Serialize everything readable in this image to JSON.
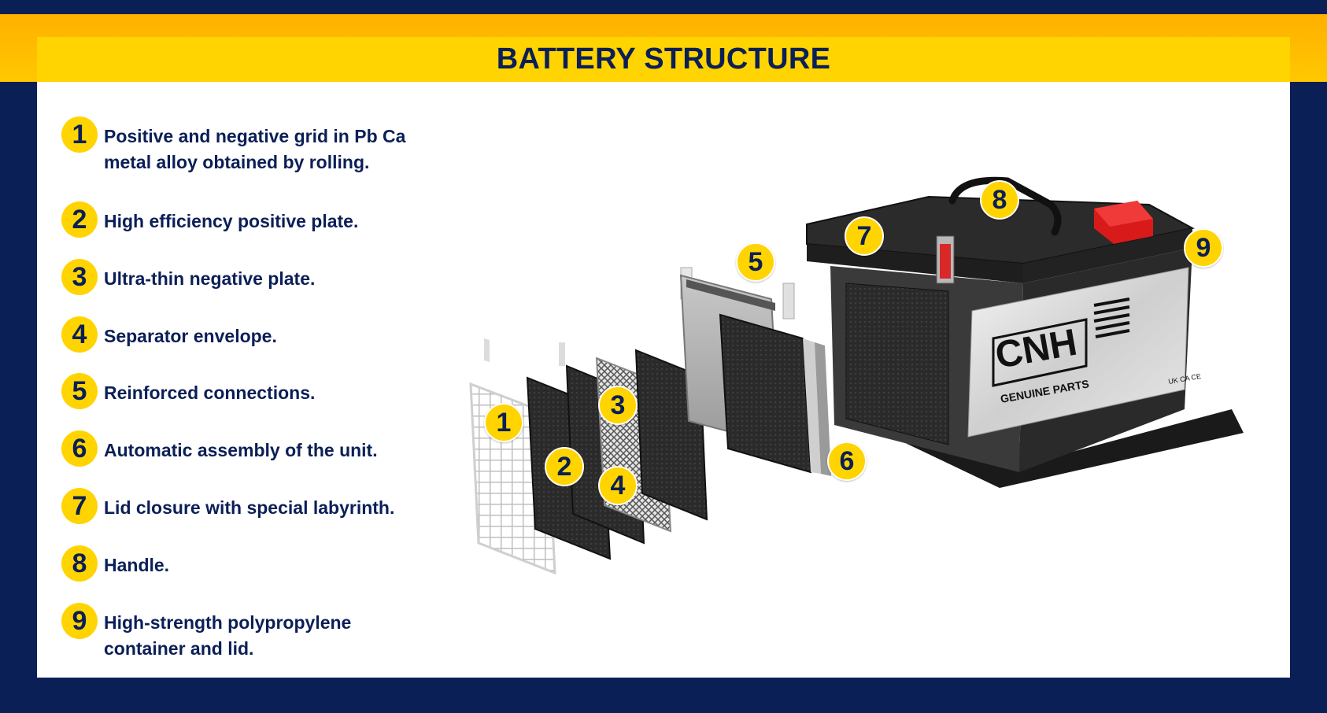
{
  "header": {
    "title": "BATTERY STRUCTURE"
  },
  "items": [
    {
      "number": "1",
      "text": "Positive and negative grid in Pb Ca metal alloy obtained by rolling."
    },
    {
      "number": "2",
      "text": "High efficiency positive plate."
    },
    {
      "number": "3",
      "text": "Ultra-thin negative plate."
    },
    {
      "number": "4",
      "text": "Separator envelope."
    },
    {
      "number": "5",
      "text": "Reinforced connections."
    },
    {
      "number": "6",
      "text": "Automatic assembly of the unit."
    },
    {
      "number": "7",
      "text": "Lid closure with special labyrinth."
    },
    {
      "number": "8",
      "text": "Handle."
    },
    {
      "number": "9",
      "text": "High-strength polypropylene container and lid."
    }
  ],
  "diagram": {
    "logo_text": "CNH",
    "logo_subtext": "GENUINE PARTS",
    "marks": "UK CA CE",
    "callouts": [
      "1",
      "2",
      "3",
      "4",
      "5",
      "6",
      "7",
      "8",
      "9"
    ]
  },
  "colors": {
    "navy": "#0b1f57",
    "yellow": "#ffd400",
    "orange": "#ffb000",
    "white": "#ffffff",
    "terminal_red": "#d91a1a"
  }
}
